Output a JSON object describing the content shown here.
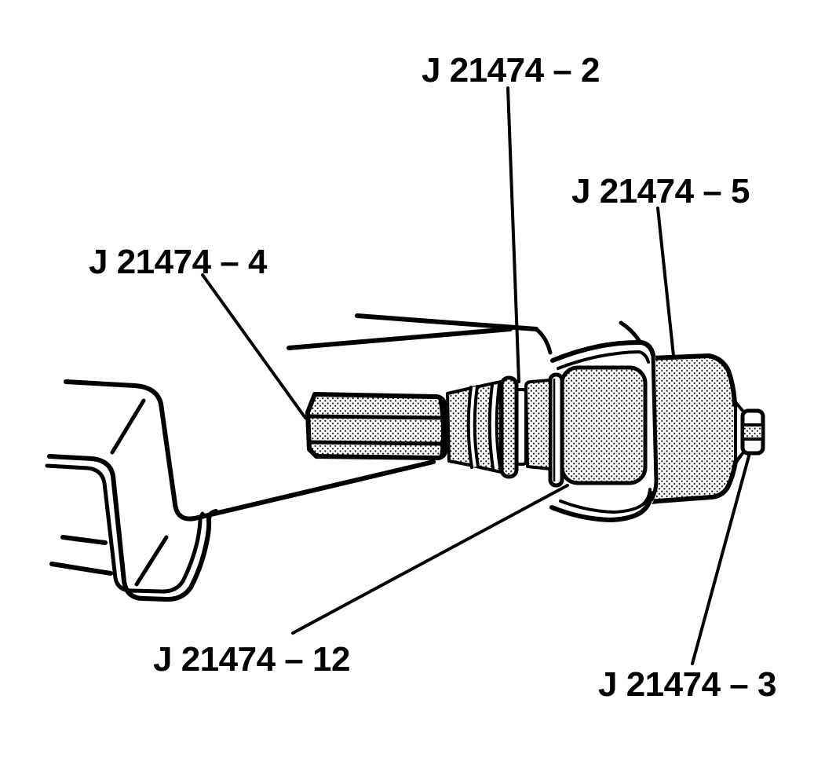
{
  "figure": {
    "kind": "technical-line-drawing",
    "background_color": "#ffffff",
    "ink_color": "#000000",
    "labels": [
      {
        "id": "tool-2",
        "text": "J 21474 – 2"
      },
      {
        "id": "tool-5",
        "text": "J 21474 – 5"
      },
      {
        "id": "tool-4",
        "text": "J 21474 – 4"
      },
      {
        "id": "tool-12",
        "text": "J 21474 – 12"
      },
      {
        "id": "tool-3",
        "text": "J 21474 – 3"
      }
    ]
  }
}
